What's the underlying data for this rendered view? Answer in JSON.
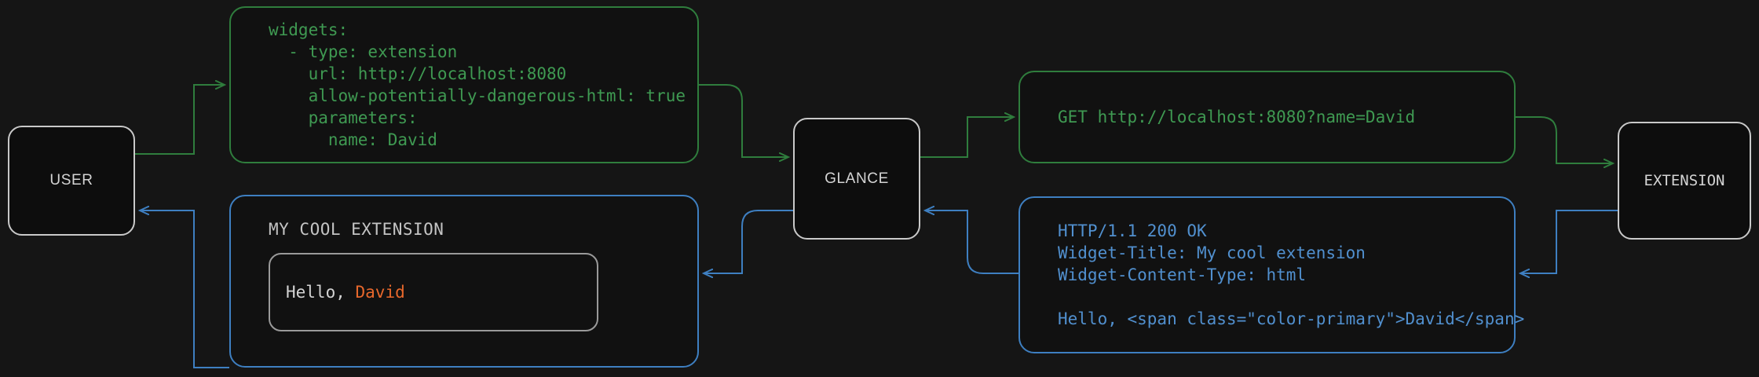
{
  "diagram": {
    "title": "Glance extension widget request/response flow",
    "background_color": "#151515",
    "request_color": "#3f9a52",
    "response_color": "#5190cf",
    "node_border_color": "#c9c9c9",
    "accent_color": "#e8682c"
  },
  "nodes": {
    "user": {
      "label": "USER"
    },
    "glance": {
      "label": "GLANCE"
    },
    "extension": {
      "label": "EXTENSION"
    }
  },
  "panels": {
    "config_yaml": {
      "color": "#3f9a52",
      "text": "widgets:\n  - type: extension\n    url: http://localhost:8080\n    allow-potentially-dangerous-html: true\n    parameters:\n      name: David"
    },
    "http_request": {
      "color": "#3f9a52",
      "text": "GET http://localhost:8080?name=David"
    },
    "http_response": {
      "color": "#5190cf",
      "text": "HTTP/1.1 200 OK\nWidget-Title: My cool extension\nWidget-Content-Type: html\n\nHello, <span class=\"color-primary\">David</span>"
    },
    "rendered_widget": {
      "color": "#5190cf",
      "title": "MY COOL EXTENSION",
      "body_prefix": "Hello, ",
      "body_accent": "David"
    }
  },
  "edges": [
    {
      "name": "user-to-config",
      "from": "user",
      "to": "config_yaml",
      "color": "#2f7d3d",
      "direction": "forward"
    },
    {
      "name": "config-to-glance",
      "from": "config_yaml",
      "to": "glance",
      "color": "#2f7d3d",
      "direction": "forward"
    },
    {
      "name": "glance-to-request",
      "from": "glance",
      "to": "http_request",
      "color": "#2f7d3d",
      "direction": "forward"
    },
    {
      "name": "request-to-extension",
      "from": "http_request",
      "to": "extension",
      "color": "#2f7d3d",
      "direction": "forward"
    },
    {
      "name": "extension-to-response",
      "from": "extension",
      "to": "http_response",
      "color": "#3e7fc1",
      "direction": "backward"
    },
    {
      "name": "response-to-glance",
      "from": "http_response",
      "to": "glance",
      "color": "#3e7fc1",
      "direction": "backward"
    },
    {
      "name": "glance-to-widget",
      "from": "glance",
      "to": "rendered_widget",
      "color": "#3e7fc1",
      "direction": "backward"
    },
    {
      "name": "widget-to-user",
      "from": "rendered_widget",
      "to": "user",
      "color": "#3e7fc1",
      "direction": "backward"
    }
  ]
}
